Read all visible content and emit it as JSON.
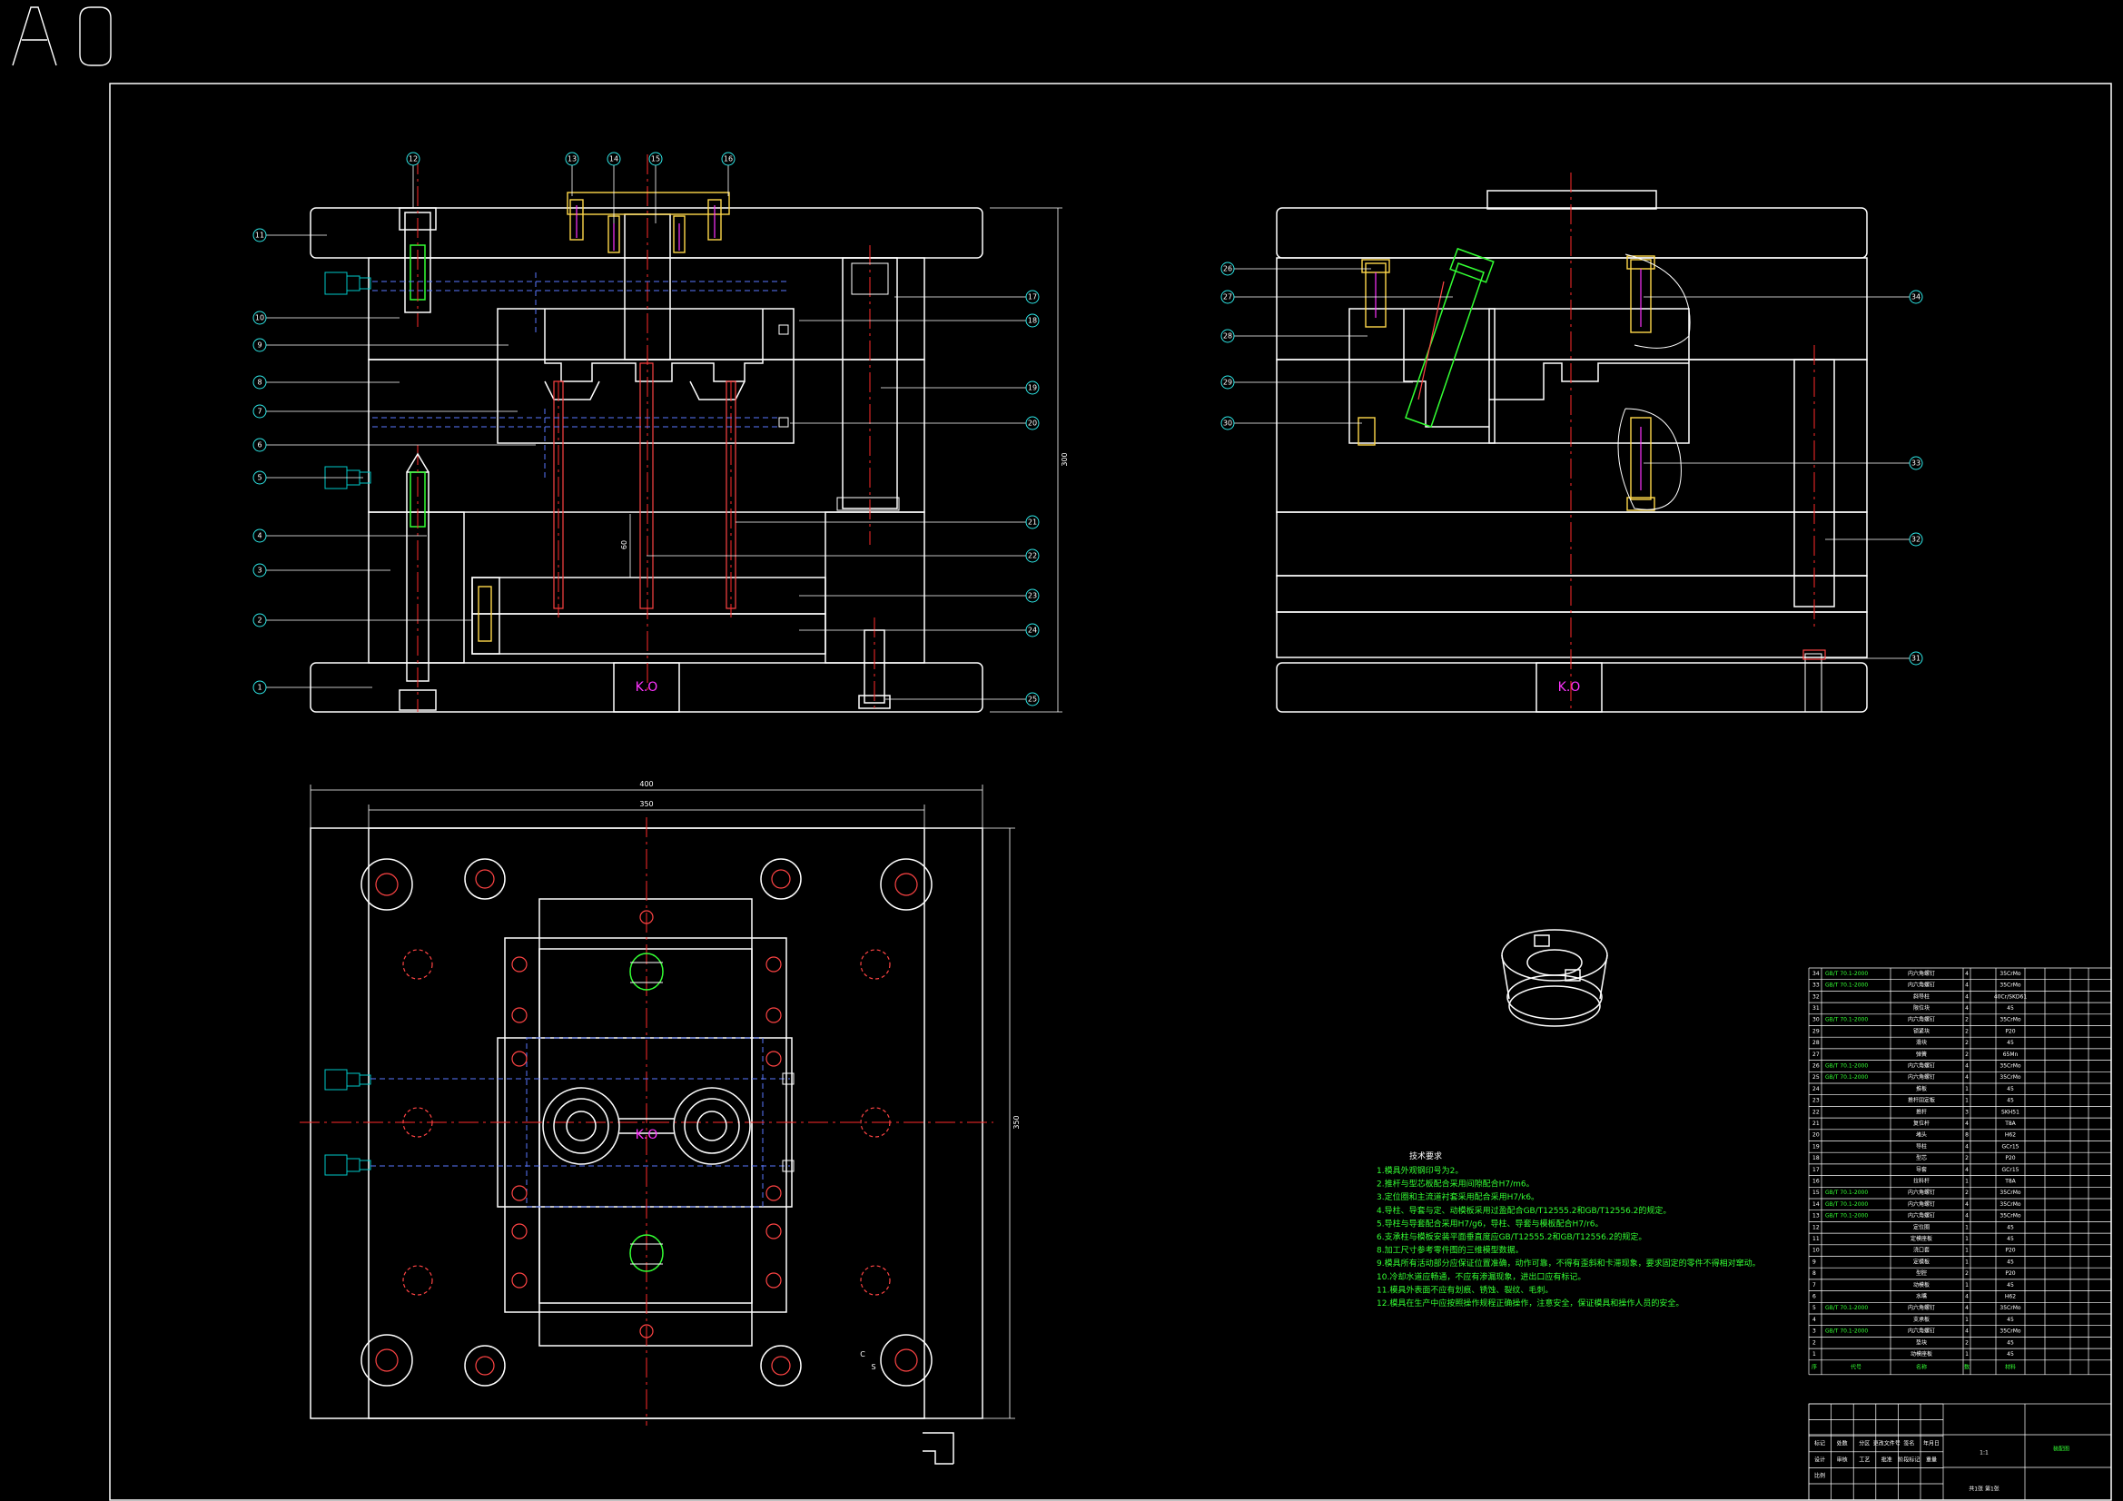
{
  "sheet": {
    "size_label": "A0",
    "colors": {
      "background": "#000000",
      "outline": "#ffffff",
      "centerline": "#ff2a2a",
      "ejector_pin": "#ff4444",
      "balloon": "#2ee6e6",
      "screw": "#ffd84a",
      "text_green": "#33ff33",
      "label_magenta": "#ff33ff"
    }
  },
  "front_section": {
    "ko_label": "K.O",
    "balloons_left": [
      "11",
      "10",
      "9",
      "8",
      "7",
      "6",
      "5",
      "4",
      "3",
      "2",
      "1"
    ],
    "balloons_top": [
      "12",
      "13",
      "14",
      "15",
      "16"
    ],
    "balloons_right": [
      "17",
      "18",
      "19",
      "20",
      "21",
      "22",
      "23",
      "24",
      "25"
    ],
    "height_dim": "300",
    "stroke_dim": "60"
  },
  "side_section": {
    "ko_label": "K.O",
    "balloons_left": [
      "26",
      "27",
      "28",
      "29",
      "30"
    ],
    "balloons_right": [
      "34",
      "33",
      "32",
      "31"
    ]
  },
  "plan_view": {
    "width_outer_dim": "400",
    "width_inner_dim": "350",
    "height_dim": "350",
    "ko_label": "K.O",
    "origin_labels": [
      "C",
      "S"
    ]
  },
  "tech_requirements": {
    "title": "技术要求",
    "lines": [
      "1.模具外观钢印号为2。",
      "2.推杆与型芯板配合采用间隙配合H7/m6。",
      "3.定位圈和主流道衬套采用配合采用H7/k6。",
      "4.导柱、导套与定、动模板采用过盈配合GB/T12555.2和GB/T12556.2的规定。",
      "5.导柱与导套配合采用H7/g6，导柱、导套与模板配合H7/r6。",
      "6.支承柱与模板安装平面垂直度应GB/T12555.2和GB/T12556.2的规定。",
      "8.加工尺寸参考零件图的三维模型数据。",
      "9.模具所有活动部分应保证位置准确，动作可靠，不得有歪斜和卡滞现象，要求固定的零件不得相对窜动。",
      "10.冷却水道应畅通，不应有渗漏现象，进出口应有标记。",
      "11.模具外表面不应有划痕、锈蚀、裂纹、毛刺。",
      "12.模具在生产中应按照操作规程正确操作，注意安全，保证模具和操作人员的安全。"
    ]
  },
  "bom": {
    "rows": [
      {
        "no": "34",
        "std": "GB/T 70.1-2000",
        "name": "内六角螺钉",
        "qty": "4",
        "mat": "35CrMo"
      },
      {
        "no": "33",
        "std": "GB/T 70.1-2000",
        "name": "内六角螺钉",
        "qty": "4",
        "mat": "35CrMo"
      },
      {
        "no": "32",
        "std": "",
        "name": "斜导柱",
        "qty": "4",
        "mat": "40Cr/SKD61"
      },
      {
        "no": "31",
        "std": "",
        "name": "限位块",
        "qty": "4",
        "mat": "45"
      },
      {
        "no": "30",
        "std": "GB/T 70.1-2000",
        "name": "内六角螺钉",
        "qty": "2",
        "mat": "35CrMo"
      },
      {
        "no": "29",
        "std": "",
        "name": "锁紧块",
        "qty": "2",
        "mat": "P20"
      },
      {
        "no": "28",
        "std": "",
        "name": "滑块",
        "qty": "2",
        "mat": "45"
      },
      {
        "no": "27",
        "std": "",
        "name": "弹簧",
        "qty": "2",
        "mat": "65Mn"
      },
      {
        "no": "26",
        "std": "GB/T 70.1-2000",
        "name": "内六角螺钉",
        "qty": "4",
        "mat": "35CrMo"
      },
      {
        "no": "25",
        "std": "GB/T 70.1-2000",
        "name": "内六角螺钉",
        "qty": "4",
        "mat": "35CrMo"
      },
      {
        "no": "24",
        "std": "",
        "name": "推板",
        "qty": "1",
        "mat": "45"
      },
      {
        "no": "23",
        "std": "",
        "name": "推杆固定板",
        "qty": "1",
        "mat": "45"
      },
      {
        "no": "22",
        "std": "",
        "name": "推杆",
        "qty": "3",
        "mat": "SKH51"
      },
      {
        "no": "21",
        "std": "",
        "name": "复位杆",
        "qty": "4",
        "mat": "T8A"
      },
      {
        "no": "20",
        "std": "",
        "name": "堵头",
        "qty": "8",
        "mat": "H62"
      },
      {
        "no": "19",
        "std": "",
        "name": "导柱",
        "qty": "4",
        "mat": "GCr15"
      },
      {
        "no": "18",
        "std": "",
        "name": "型芯",
        "qty": "2",
        "mat": "P20"
      },
      {
        "no": "17",
        "std": "",
        "name": "导套",
        "qty": "4",
        "mat": "GCr15"
      },
      {
        "no": "16",
        "std": "",
        "name": "拉料杆",
        "qty": "1",
        "mat": "T8A"
      },
      {
        "no": "15",
        "std": "GB/T 70.1-2000",
        "name": "内六角螺钉",
        "qty": "2",
        "mat": "35CrMo"
      },
      {
        "no": "14",
        "std": "GB/T 70.1-2000",
        "name": "内六角螺钉",
        "qty": "4",
        "mat": "35CrMo"
      },
      {
        "no": "13",
        "std": "GB/T 70.1-2000",
        "name": "内六角螺钉",
        "qty": "4",
        "mat": "35CrMo"
      },
      {
        "no": "12",
        "std": "",
        "name": "定位圈",
        "qty": "1",
        "mat": "45"
      },
      {
        "no": "11",
        "std": "",
        "name": "定模座板",
        "qty": "1",
        "mat": "45"
      },
      {
        "no": "10",
        "std": "",
        "name": "浇口套",
        "qty": "1",
        "mat": "P20"
      },
      {
        "no": "9",
        "std": "",
        "name": "定模板",
        "qty": "1",
        "mat": "45"
      },
      {
        "no": "8",
        "std": "",
        "name": "型腔",
        "qty": "2",
        "mat": "P20"
      },
      {
        "no": "7",
        "std": "",
        "name": "动模板",
        "qty": "1",
        "mat": "45"
      },
      {
        "no": "6",
        "std": "",
        "name": "水嘴",
        "qty": "4",
        "mat": "H62"
      },
      {
        "no": "5",
        "std": "GB/T 70.1-2000",
        "name": "内六角螺钉",
        "qty": "4",
        "mat": "35CrMo"
      },
      {
        "no": "4",
        "std": "",
        "name": "支承板",
        "qty": "1",
        "mat": "45"
      },
      {
        "no": "3",
        "std": "GB/T 70.1-2000",
        "name": "内六角螺钉",
        "qty": "4",
        "mat": "35CrMo"
      },
      {
        "no": "2",
        "std": "",
        "name": "垫块",
        "qty": "2",
        "mat": "45"
      },
      {
        "no": "1",
        "std": "",
        "name": "动模座板",
        "qty": "1",
        "mat": "45"
      }
    ],
    "header": {
      "no": "序",
      "std": "代号",
      "name": "名称",
      "qty": "数",
      "mat": "材料"
    },
    "title_block": {
      "drawing_name": "装配图",
      "scale": "1:1",
      "sheet": "共1张 第1张",
      "labels": [
        "标记",
        "处数",
        "分区",
        "更改文件号",
        "签名",
        "年月日",
        "设计",
        "审核",
        "工艺",
        "批准",
        "阶段标记",
        "重量",
        "比例"
      ]
    }
  }
}
